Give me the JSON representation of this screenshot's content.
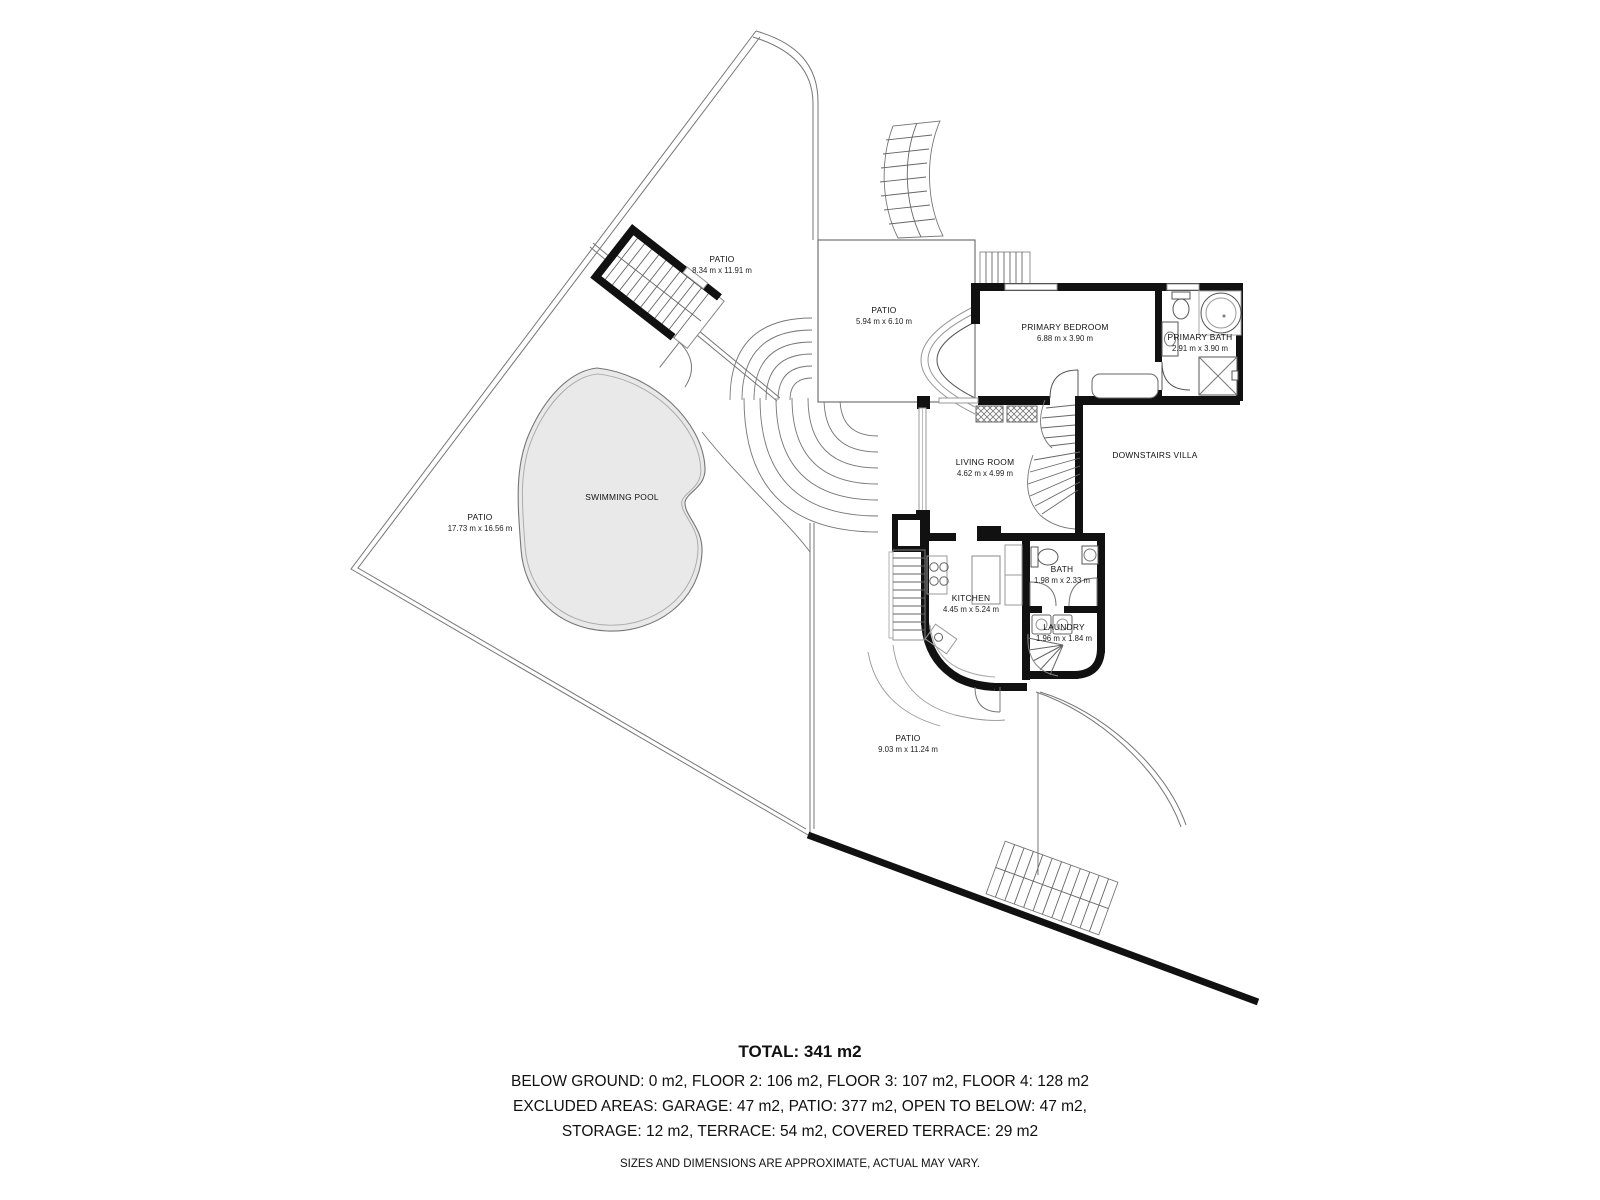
{
  "plan": {
    "rooms": [
      {
        "id": "patio-upper",
        "name": "PATIO",
        "dims": "8.34 m x 11.91 m"
      },
      {
        "id": "patio-court",
        "name": "PATIO",
        "dims": "5.94 m x 6.10 m"
      },
      {
        "id": "primary-bedroom",
        "name": "PRIMARY BEDROOM",
        "dims": "6.88 m x 3.90 m"
      },
      {
        "id": "primary-bath",
        "name": "PRIMARY BATH",
        "dims": "2.91 m x 3.90 m"
      },
      {
        "id": "living-room",
        "name": "LIVING ROOM",
        "dims": "4.62 m x 4.99 m"
      },
      {
        "id": "downstairs-villa",
        "name": "DOWNSTAIRS VILLA",
        "dims": ""
      },
      {
        "id": "swimming-pool",
        "name": "SWIMMING POOL",
        "dims": ""
      },
      {
        "id": "patio-left",
        "name": "PATIO",
        "dims": "17.73 m x 16.56 m"
      },
      {
        "id": "kitchen",
        "name": "KITCHEN",
        "dims": "4.45 m x 5.24 m"
      },
      {
        "id": "bath",
        "name": "BATH",
        "dims": "1.98 m x 2.33 m"
      },
      {
        "id": "laundry",
        "name": "LAUNDRY",
        "dims": "1.96 m x 1.84 m"
      },
      {
        "id": "patio-bottom",
        "name": "PATIO",
        "dims": "9.03 m x 11.24 m"
      }
    ]
  },
  "summary": {
    "total": "TOTAL: 341 m2",
    "floors": "BELOW GROUND: 0 m2, FLOOR 2: 106 m2, FLOOR 3: 107 m2, FLOOR 4: 128 m2",
    "excluded_line1": "EXCLUDED AREAS: GARAGE: 47 m2, PATIO: 377 m2, OPEN TO BELOW: 47 m2,",
    "excluded_line2": "STORAGE: 12 m2, TERRACE: 54 m2, COVERED TERRACE: 29 m2",
    "disclaimer": "SIZES AND DIMENSIONS ARE APPROXIMATE, ACTUAL MAY VARY."
  },
  "colors": {
    "wall": "#111111",
    "line": "#555555",
    "light_line": "#999999",
    "pool_fill": "#e9e9e9",
    "text": "#111111",
    "background": "#ffffff"
  }
}
